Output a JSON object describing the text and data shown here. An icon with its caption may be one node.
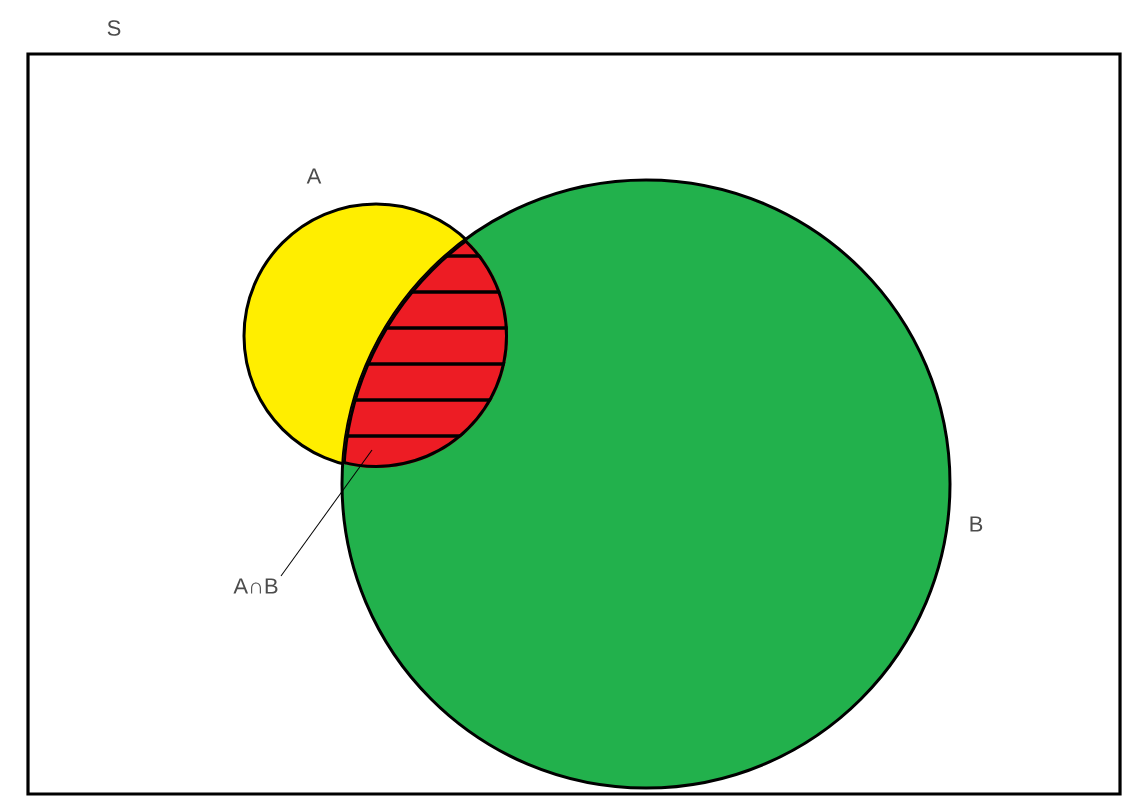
{
  "diagram": {
    "nodes": [
      {
        "text": [
          "S"
        ]
      },
      {
        "text": [
          "A"
        ],
        "in": 0
      },
      {
        "text": [
          "B"
        ],
        "in": 0
      },
      {
        "text": [],
        "shape": "lens",
        "in": 0
      },
      {
        "text": [
          "A∩B"
        ],
        "in": 0
      }
    ],
    "edges": [
      {
        "from": 4,
        "to": 3,
        "arrow": "none"
      }
    ]
  }
}
